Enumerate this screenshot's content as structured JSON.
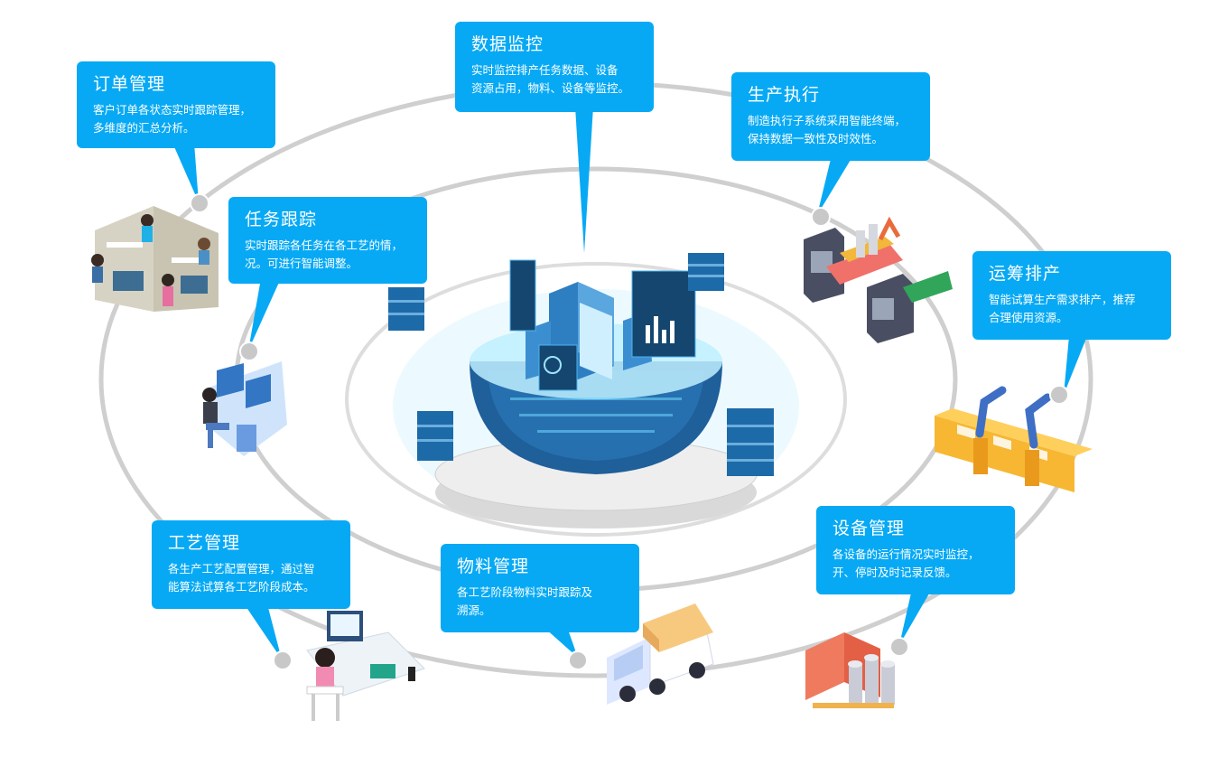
{
  "nodes": [
    {
      "key": "order",
      "title": "订单管理",
      "desc": [
        "客户订单各状态实时跟踪管理，",
        "多维度的汇总分析。"
      ]
    },
    {
      "key": "data",
      "title": "数据监控",
      "desc": [
        "实时监控排产任务数据、设备",
        "资源占用，物料、设备等监控。"
      ]
    },
    {
      "key": "production",
      "title": "生产执行",
      "desc": [
        "制造执行子系统采用智能终端，",
        "保持数据一致性及时效性。"
      ]
    },
    {
      "key": "task",
      "title": "任务跟踪",
      "desc": [
        "实时跟踪各任务在各工艺的情，",
        "况。可进行智能调整。"
      ]
    },
    {
      "key": "schedule",
      "title": "运筹排产",
      "desc": [
        "智能试算生产需求排产，推荐",
        "合理使用资源。"
      ]
    },
    {
      "key": "process",
      "title": "工艺管理",
      "desc": [
        "各生产工艺配置管理，通过智",
        "能算法试算各工艺阶段成本。"
      ]
    },
    {
      "key": "material",
      "title": "物料管理",
      "desc": [
        "各工艺阶段物料实时跟踪及",
        "溯源。"
      ]
    },
    {
      "key": "equipment",
      "title": "设备管理",
      "desc": [
        "各设备的运行情况实时监控，",
        "开、停时及时记录反馈。"
      ]
    }
  ],
  "colors": {
    "accent": "#07a9f4",
    "ring": "#cfcfcf",
    "node": "#c8c8c8",
    "hub": "#1f5f9a",
    "glow": "#bfefff"
  },
  "icons": {
    "order": "office-workers-icon",
    "task": "desk-operator-icon",
    "process": "designer-desk-icon",
    "material": "delivery-truck-icon",
    "equipment": "factory-machine-icon",
    "schedule": "conveyor-robot-icon",
    "production": "production-line-icon",
    "hub": "data-center-hub-icon"
  }
}
